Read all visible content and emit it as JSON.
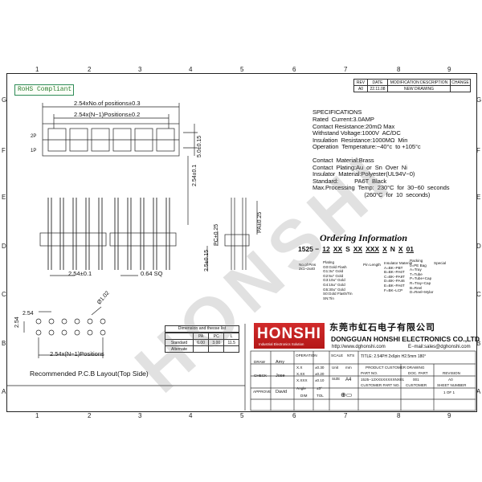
{
  "zones": {
    "columns": [
      "1",
      "2",
      "3",
      "4",
      "5",
      "6",
      "7",
      "8",
      "9"
    ],
    "rows": [
      "G",
      "F",
      "E",
      "D",
      "C",
      "B",
      "A"
    ]
  },
  "rohs": "RoHS Compliant",
  "revision_table": {
    "headers": [
      "REV",
      "DATE",
      "MODIFICATION DESCRIPTION",
      "CHANGE"
    ],
    "row": [
      "A0",
      "22.11.08",
      "NEW DRAWING",
      ""
    ]
  },
  "dims": {
    "no_of_positions": "2.54xNo.of positions±0.3",
    "n_minus_1": "2.54x(N−1)Positions±0.2",
    "pitch_bottom": "2.54±0.1",
    "side_height": "2.54±0.1",
    "height_5": "5.0±0.15",
    "pin_sq": "0.64 SQ",
    "pc": "PC±0.25",
    "pa": "PA±0.25",
    "l_len": "2.5±0.15",
    "row_2p": "2P",
    "row_1p": "1P"
  },
  "pcb": {
    "pitch_v": "2.54",
    "pitch_h": "2.54",
    "hole": "Ø1.02",
    "n_positions": "2.54x(N−1)Positions",
    "caption": "Recommended P.C.B Layout(Top Side)"
  },
  "specs": {
    "title": "SPECIFICATIONS",
    "lines1": [
      "Rated  Current:3.0AMP",
      "Contact Resistance:20mΩ Max",
      "Withstand Voltage:1000V  AC/DC",
      "Insulation  Resistance:1000MΩ  Min",
      "Operation  Temperature:−40°c  to +105°c"
    ],
    "lines2": [
      "Contact  Material:Brass",
      "Contact  Plating:Au  or  Sn  Over  Ni",
      "Insulator  Material:Polyester(UL94V−0)",
      "Standard:          PA6T  Black",
      "Max.Processing  Temp:  230°C  for  30−60  seconds",
      "                                (260°C  for  10  seconds)"
    ]
  },
  "ordering": {
    "title": "Ordering Information",
    "code_parts": [
      "1525 −",
      "12",
      "XX",
      "S",
      "XX",
      "XXX",
      "X",
      "N",
      "X",
      "01"
    ],
    "no_of_pins": "No.of Pins",
    "no_of_pins_val": "2x1~2x40",
    "plating_title": "Plating",
    "plating": [
      "G0:Gold Flash",
      "G1:3u\" Gold",
      "G2:5u\" Gold",
      "G3:10u\" Gold",
      "G4:15u\" Gold",
      "G5:30u\" Gold",
      "S0:Gold Flash/Tin",
      "SN:Tin"
    ],
    "pin_length": "Pin Length",
    "insulator_title": "Insulator Material",
    "insulator": [
      "A=BK−PBT",
      "B=BK−PA6T",
      "C=BK−PA9T",
      "D=BK−PA46",
      "E=BK−PA6T",
      "F=BK−LCP"
    ],
    "packing_title": "Packing",
    "packing": [
      "0=PE Bag",
      "A=Tray",
      "T=Tube",
      "P=Tube+Cap",
      "R=Tray+Cap",
      "B=Reel",
      "D=Reel+Mylar"
    ],
    "special": "Special"
  },
  "dim_table": {
    "title": "Dimension  and  theose  list",
    "headers": [
      "",
      "PA",
      "PC",
      "L"
    ],
    "rows": [
      [
        "Standard",
        "6.00",
        "3.00",
        "11.5"
      ],
      [
        "Alternate",
        "",
        "",
        ""
      ]
    ]
  },
  "company": {
    "logo": "HONSHI",
    "logo_sub": "Industrial Electronics Solution",
    "cn": "东莞市虹石电子有限公司",
    "en": "DONGGUAN HONSHI ELECTRONICS CO.,LTD",
    "web": "http://www.dghonshi.com",
    "email": "E−mail:sales@dghonshi.com"
  },
  "titleblock": {
    "draw_label": "DRAW",
    "draw_name": "Amy",
    "check_label": "CHECK",
    "check_name": "Jose",
    "approve_label": "APPROVE",
    "approve_name": "David",
    "operation": "OPERATION",
    "tolerances": [
      [
        "X.X",
        "±0.30"
      ],
      [
        "X.XX",
        "±0.20"
      ],
      [
        "X.XXX",
        "±0.10"
      ],
      [
        "Angle",
        "±3°"
      ]
    ],
    "scale_label": "SCALE",
    "scale_val": "NTS",
    "unit_label": "Unit",
    "unit_val": "mm",
    "size_label": "SIZE",
    "size_val": "A4",
    "dim_label": "DIM",
    "tol_label": "TOL",
    "title_text": "TITLE: 2.54PH  2x6pin  H2.5mm  180°",
    "product_label": "PRODUCT CUSTOMER DRAWING",
    "part_no_label": "PART NO.",
    "part_no_val": "1525−12XXSXXXXXNX01",
    "doc_part_label": "DOC. PART",
    "doc_part_val": "001",
    "revision_label": "REVISION",
    "revision_val": "A0",
    "customer_part_label": "CUSTOMER PART NO.",
    "customer_label": "CUSTOMER",
    "sheet_label": "SHEET NUMBER",
    "sheet_val": "1  OF  1"
  },
  "watermark": "HONSHI"
}
